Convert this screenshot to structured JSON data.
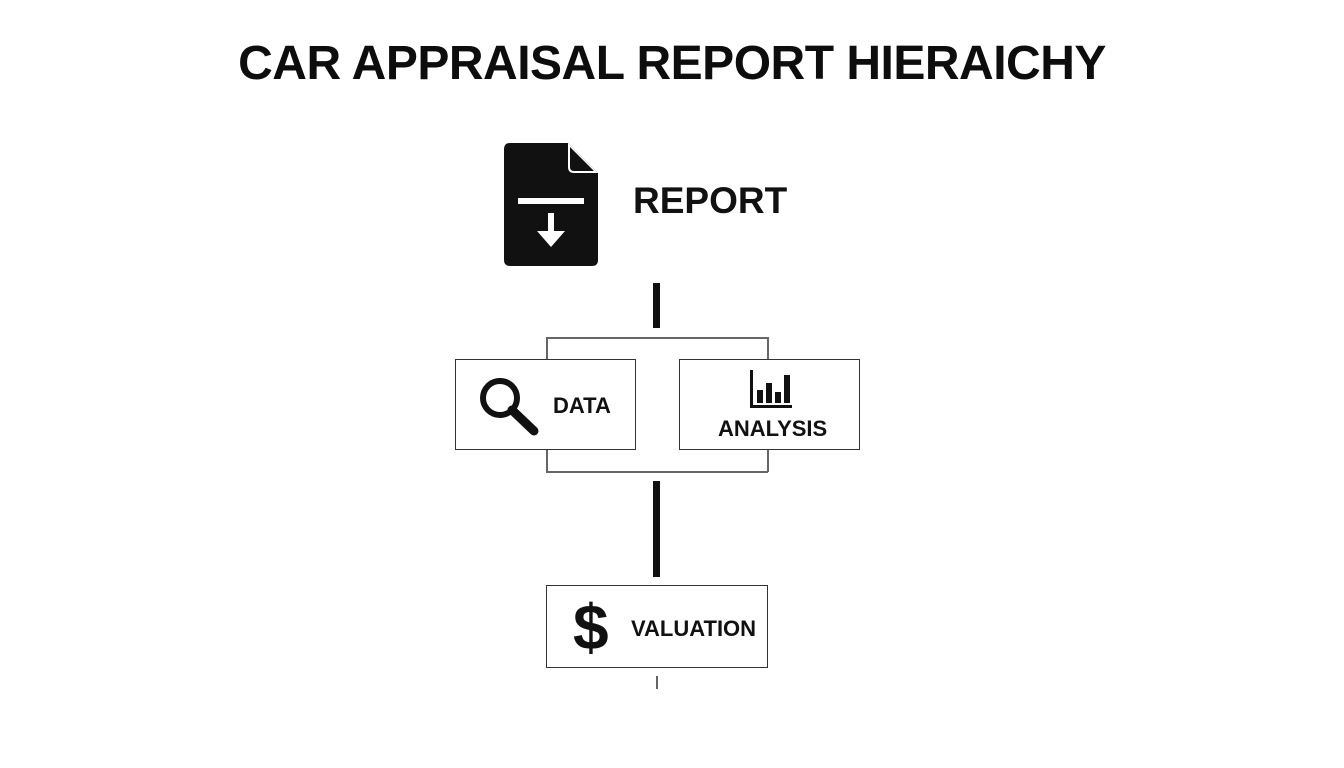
{
  "title": "CAR APPRAISAL REPORT HIERAICHY",
  "report": {
    "label": "REPORT",
    "icon": "document-download-icon"
  },
  "nodes": {
    "data": {
      "label": "DATA",
      "icon": "magnifier-icon"
    },
    "analysis": {
      "label": "ANALYSIS",
      "icon": "bar-chart-icon"
    },
    "valuation": {
      "label": "VALUATION",
      "icon": "dollar-icon"
    }
  },
  "colors": {
    "ink": "#111111",
    "bracket": "#666666",
    "background": "#ffffff"
  }
}
